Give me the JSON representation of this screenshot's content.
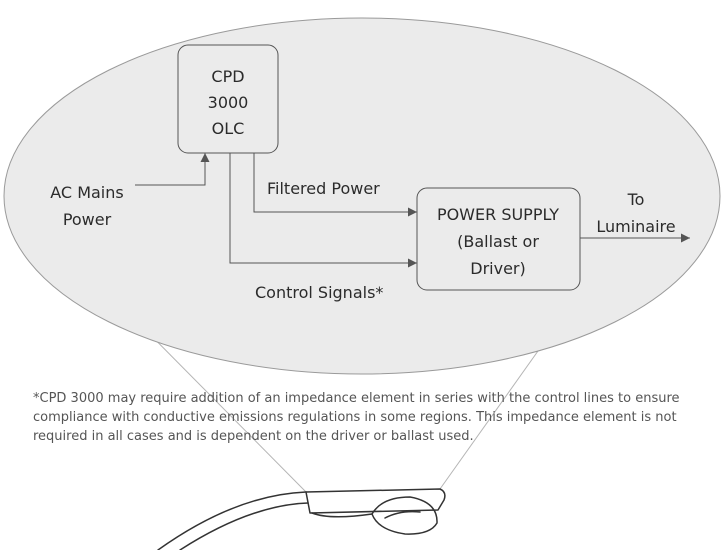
{
  "diagram": {
    "olc_box": {
      "lines": [
        "CPD",
        "3000",
        "OLC"
      ]
    },
    "power_supply_box": {
      "lines": [
        "POWER SUPPLY",
        "(Ballast or",
        "Driver)"
      ]
    },
    "labels": {
      "ac_mains": [
        "AC Mains",
        "Power"
      ],
      "filtered_power": "Filtered Power",
      "control_signals": "Control Signals*",
      "to_luminaire": [
        "To",
        "Luminaire"
      ]
    }
  },
  "footnote": {
    "text": "*CPD 3000 may require addition of an impedance element in series with the control lines to ensure compliance with conductive emissions regulations in some regions. This impedance element is not required in all cases and is dependent on the driver or ballast used."
  },
  "colors": {
    "ellipse_fill": "#ebebeb",
    "ellipse_stroke": "#9a9a9a",
    "box_fill": "#ebebeb",
    "box_stroke": "#555555",
    "line": "#555555",
    "text": "#2b2b2b",
    "footnote_text": "#555555"
  }
}
